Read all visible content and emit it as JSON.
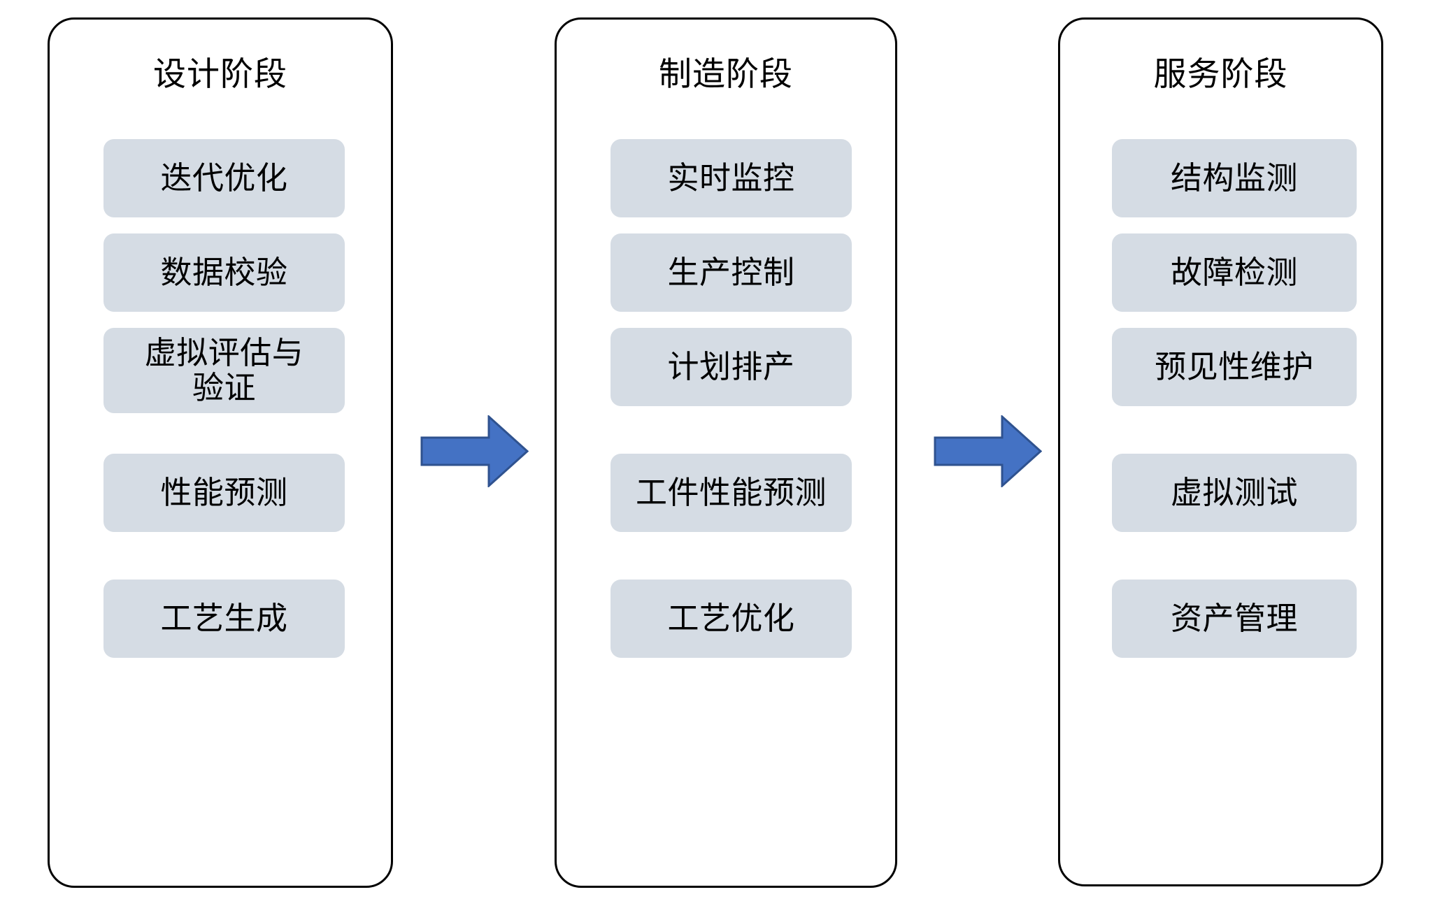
{
  "diagram": {
    "type": "three-stage-process-flow",
    "background_color": "#ffffff",
    "panel_border_color": "#000000",
    "chip_fill_color": "#d5dce4",
    "arrow_fill_color": "#4472c4",
    "arrow_stroke_color": "#2f528f"
  },
  "stages": [
    {
      "id": "design",
      "title": "设计阶段",
      "items": [
        {
          "label": "迭代优化"
        },
        {
          "label": "数据校验"
        },
        {
          "label": "虚拟评估与验证"
        },
        {
          "label": "性能预测"
        },
        {
          "label": "工艺生成"
        }
      ]
    },
    {
      "id": "manufacturing",
      "title": "制造阶段",
      "items": [
        {
          "label": "实时监控"
        },
        {
          "label": "生产控制"
        },
        {
          "label": "计划排产"
        },
        {
          "label": "工件性能预测"
        },
        {
          "label": "工艺优化"
        }
      ]
    },
    {
      "id": "service",
      "title": "服务阶段",
      "items": [
        {
          "label": "结构监测"
        },
        {
          "label": "故障检测"
        },
        {
          "label": "预见性维护"
        },
        {
          "label": "虚拟测试"
        },
        {
          "label": "资产管理"
        }
      ]
    }
  ],
  "connectors": [
    {
      "id": "arrow-design-to-manufacturing",
      "icon": "right-block-arrow-icon"
    },
    {
      "id": "arrow-manufacturing-to-service",
      "icon": "right-block-arrow-icon"
    }
  ]
}
